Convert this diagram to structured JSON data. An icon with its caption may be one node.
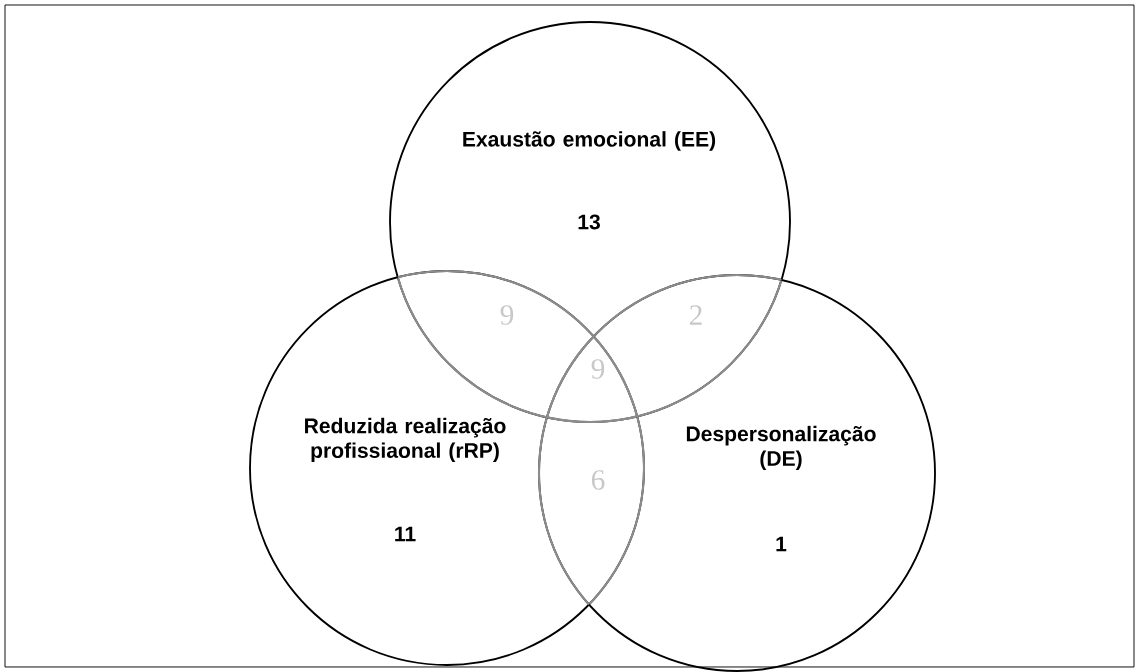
{
  "diagram": {
    "nodes": [
      {
        "text": [
          "Exaustão emocional  (EE)",
          "13"
        ]
      },
      {
        "text": [
          "Reduzida realização profissiaonal (rRP)",
          "11"
        ]
      },
      {
        "text": [
          "Despersonalização (DE)",
          "1"
        ]
      }
    ],
    "labels": [
      "9",
      "2",
      "9",
      "6"
    ]
  }
}
